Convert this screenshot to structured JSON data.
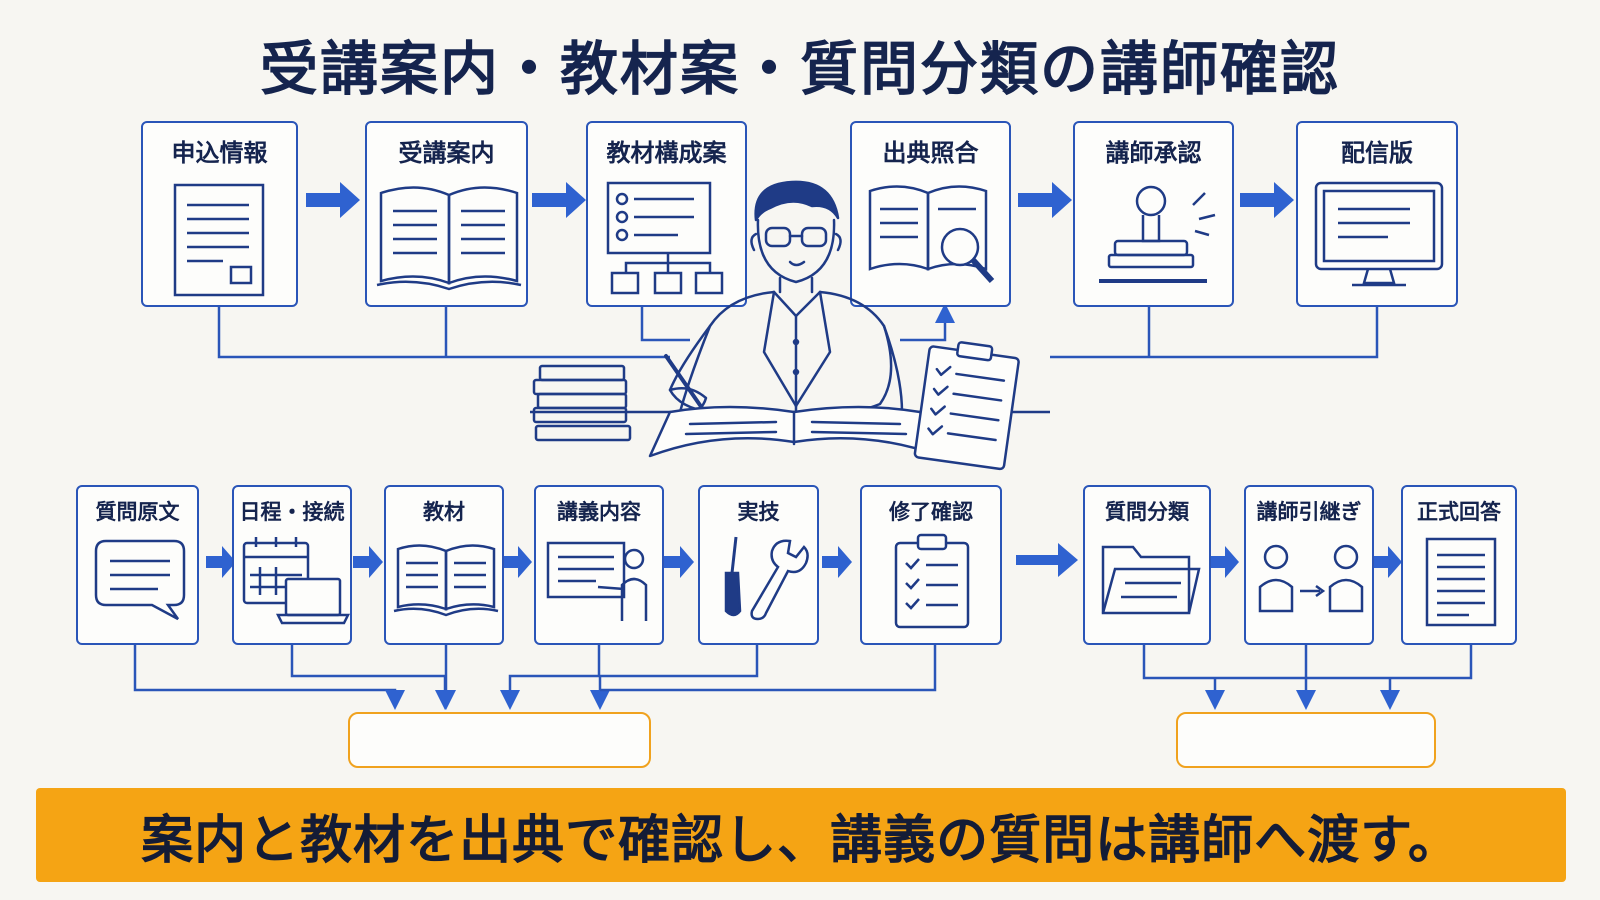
{
  "title": "受講案内・教材案・質問分類の講師確認",
  "top_steps": [
    {
      "label": "申込情報",
      "icon": "document-icon"
    },
    {
      "label": "受講案内",
      "icon": "open-book-icon"
    },
    {
      "label": "教材構成案",
      "icon": "structure-chart-icon"
    },
    {
      "label": "出典照合",
      "icon": "book-magnifier-icon"
    },
    {
      "label": "講師承認",
      "icon": "stamp-icon"
    },
    {
      "label": "配信版",
      "icon": "monitor-icon"
    }
  ],
  "bottom_steps": [
    {
      "label": "質問原文",
      "icon": "speech-bubble-icon"
    },
    {
      "label": "日程・接続",
      "icon": "calendar-laptop-icon"
    },
    {
      "label": "教材",
      "icon": "open-book-icon"
    },
    {
      "label": "講義内容",
      "icon": "lecture-board-icon"
    },
    {
      "label": "実技",
      "icon": "tools-icon"
    },
    {
      "label": "修了確認",
      "icon": "checklist-icon"
    },
    {
      "label": "質問分類",
      "icon": "folder-icon"
    },
    {
      "label": "講師引継ぎ",
      "icon": "handover-icon"
    },
    {
      "label": "正式回答",
      "icon": "document-icon"
    }
  ],
  "center_icon": "instructor-icon",
  "banner": "案内と教材を出典で確認し、講義の質問は講師へ渡す。",
  "colors": {
    "accent_blue": "#2a55b8",
    "arrow_blue": "#2f62d0",
    "highlight_orange": "#f5a414",
    "title_navy": "#15244e"
  }
}
